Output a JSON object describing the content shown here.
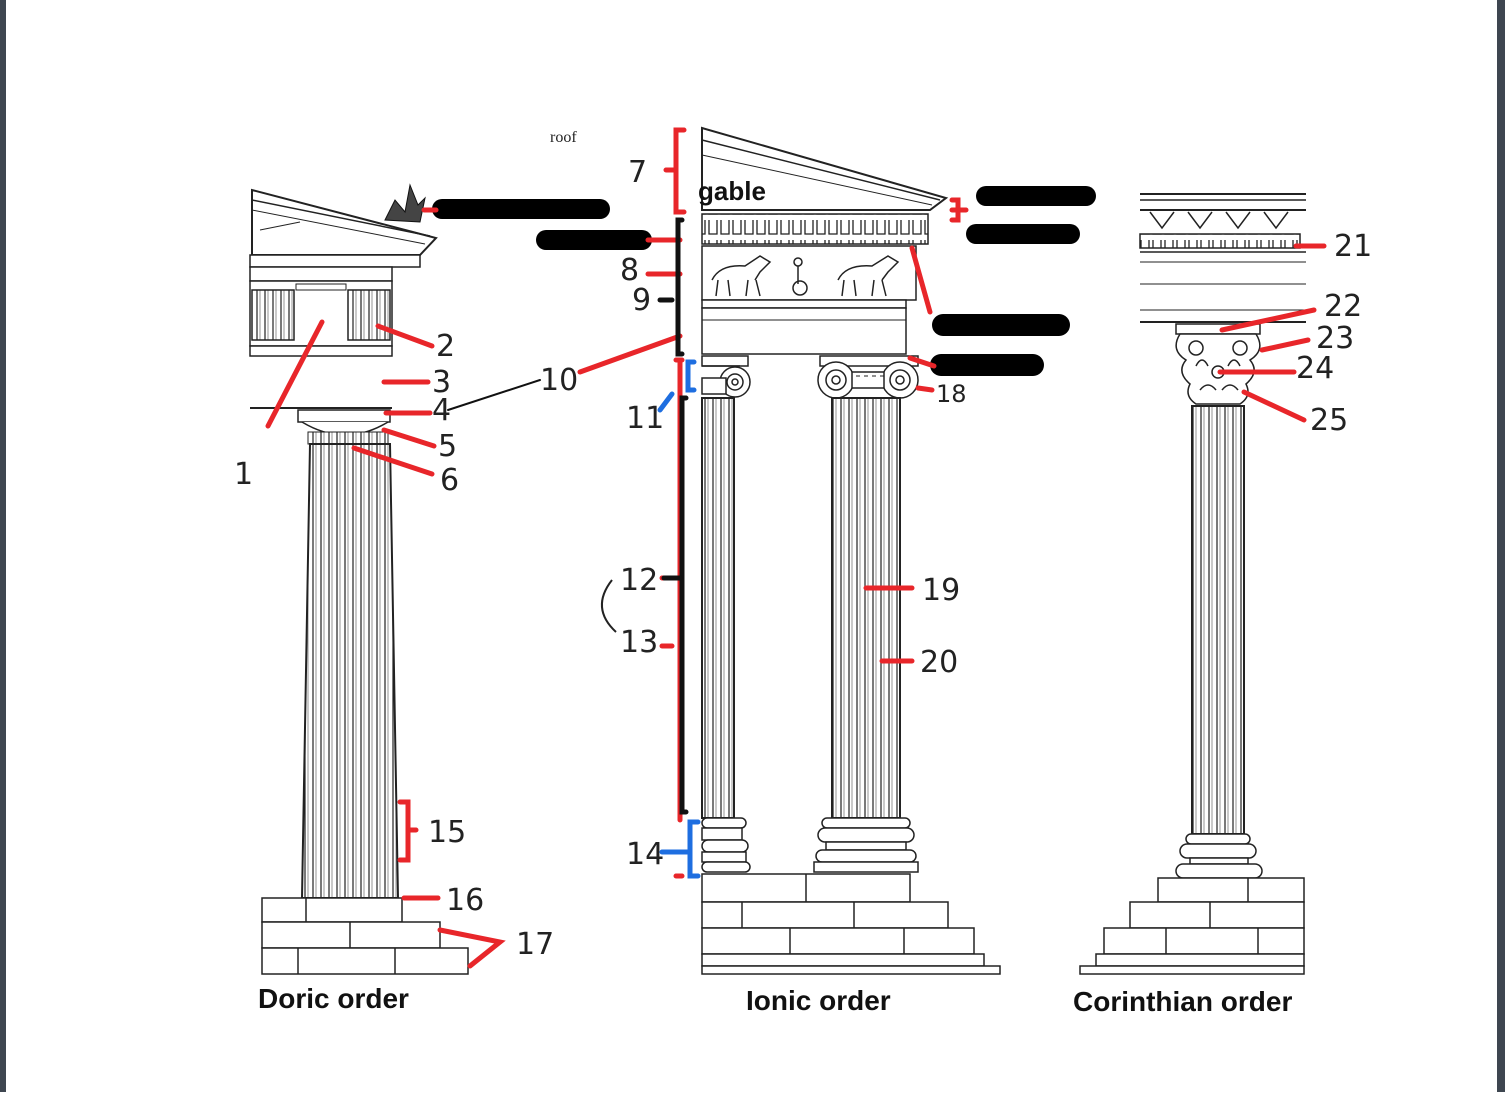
{
  "diagram": {
    "captions": {
      "doric": "Doric order",
      "ionic": "Ionic order",
      "corinthian": "Corinthian order"
    },
    "printed_labels": {
      "gable": "gable",
      "roof": "roof"
    },
    "numbers": {
      "n1": "1",
      "n2": "2",
      "n3": "3",
      "n4": "4",
      "n5": "5",
      "n6": "6",
      "n7": "7",
      "n8": "8",
      "n9": "9",
      "n10": "10",
      "n11": "11",
      "n12": "12",
      "n13": "13",
      "n14": "14",
      "n15": "15",
      "n16": "16",
      "n17": "17",
      "n18": "18",
      "n19": "19",
      "n20": "20",
      "n21": "21",
      "n22": "22",
      "n23": "23",
      "n24": "24",
      "n25": "25"
    },
    "colors": {
      "annotation_red": "#e8262a",
      "bracket_black": "#111111",
      "bracket_blue": "#1e6ee0",
      "frame": "#3e4650"
    }
  }
}
